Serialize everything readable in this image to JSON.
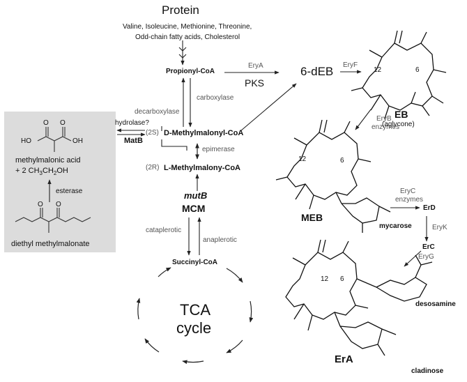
{
  "top": {
    "protein": "Protein",
    "sources_line1": "Valine, Isoleucine, Methionine, Threonine,",
    "sources_line2": "Odd-chain fatty acids, Cholesterol"
  },
  "metabolites": {
    "propionyl_coa": "Propionyl-CoA",
    "d_methylmalonyl_prefix": "(2S)",
    "d_methylmalonyl": "D-Methylmalonyl-CoA",
    "l_methylmalonyl_prefix": "(2R)",
    "l_methylmalonyl": "L-Methylmalony-CoA",
    "succinyl_coa": "Succinyl-CoA",
    "tca_line1": "TCA",
    "tca_line2": "cycle"
  },
  "enzymes": {
    "carboxylase": "carboxylase",
    "decarboxylase": "decarboxylase",
    "epimerase": "epimerase",
    "mutB": "mutB",
    "mcm": "MCM",
    "cataplerotic": "cataplerotic",
    "anaplerotic": "anaplerotic",
    "eryA": "EryA",
    "pks": "PKS",
    "eryF": "EryF",
    "eryB": "EryB",
    "eryB_enzymes": "enzymes",
    "eryC": "EryC",
    "eryC_enzymes": "enzymes",
    "eryK": "EryK",
    "eryG": "EryG"
  },
  "products": {
    "six_deb": "6-dEB",
    "eb": "EB",
    "eb_sub": "(aglycone)",
    "meb": "MEB",
    "mycarose": "mycarose",
    "erd": "ErD",
    "erc": "ErC",
    "era": "ErA",
    "desosamine": "desosamine",
    "cladinose": "cladinose",
    "ring_num_12": "12",
    "ring_num_6": "6"
  },
  "side_panel": {
    "background": "#dcdcdc",
    "hydrolase": "hydrolase?",
    "matb": "MatB",
    "acid_line1": "methylmalonic acid",
    "acid_line2_pre": "+ 2 CH",
    "acid_sub1": "3",
    "acid_mid": "CH",
    "acid_sub2": "2",
    "acid_post": "OH",
    "esterase": "esterase",
    "ester": "diethyl methylmalonate",
    "atom_ho": "HO",
    "atom_oh": "OH",
    "atom_o": "O"
  }
}
